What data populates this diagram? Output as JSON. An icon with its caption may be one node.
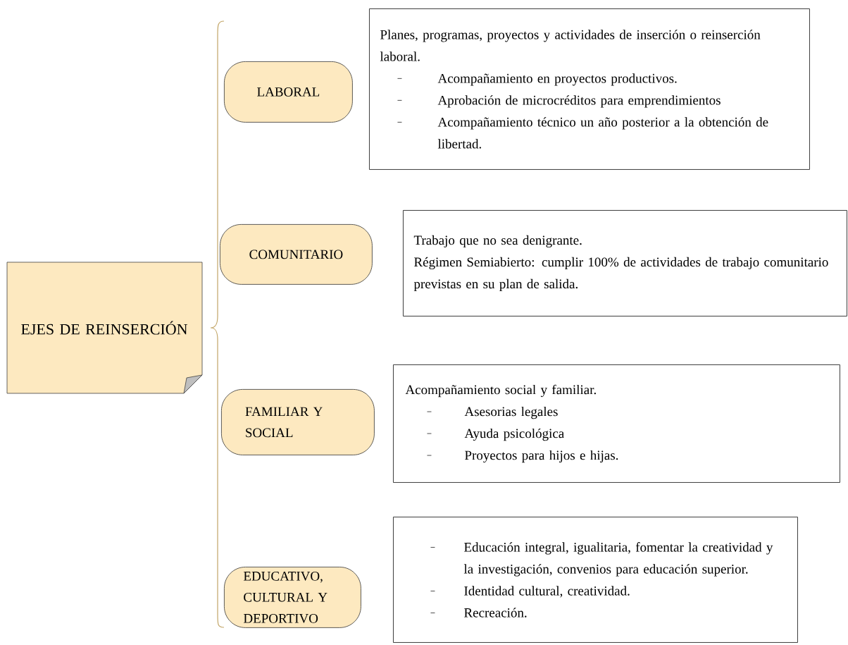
{
  "diagram": {
    "nodes": [
      {
        "text": [
          "EJES DE REINSERCIÓN"
        ]
      },
      {
        "text": [
          "LABORAL"
        ]
      },
      {
        "text": [
          "Planes, programas, proyectos y actividades de inserción o reinserción laboral.",
          "Acompañamiento en proyectos productivos.",
          "Aprobación de microcréditos para emprendimientos",
          "Acompañamiento técnico un año posterior a la obtención de libertad."
        ]
      },
      {
        "text": [
          "COMUNITARIO"
        ]
      },
      {
        "text": [
          "Trabajo que no sea denigrante.",
          "Régimen Semiabierto: cumplir 100% de actividades de trabajo comunitario previstas en su plan de salida."
        ]
      },
      {
        "text": [
          "FAMILIAR Y SOCIAL"
        ]
      },
      {
        "text": [
          "Acompañamiento social y familiar.",
          "Asesorias legales",
          "Ayuda psicológica",
          "Proyectos para hijos e hijas."
        ]
      },
      {
        "text": [
          "EDUCATIVO, CULTURAL Y DEPORTIVO"
        ]
      },
      {
        "text": [
          "Educación integral, igualitaria, fomentar la creatividad y la investigación, convenios para educación superior.",
          "Identidad cultural, creatividad.",
          "Recreación."
        ]
      }
    ]
  }
}
